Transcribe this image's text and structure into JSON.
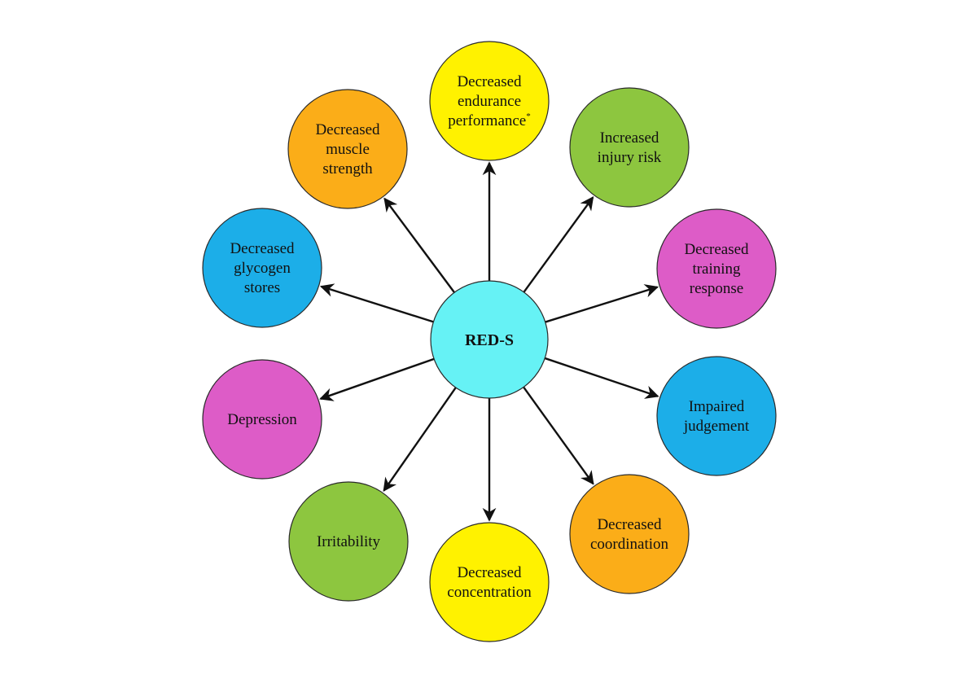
{
  "center": {
    "label": "RED-S",
    "color": "#66f2f5"
  },
  "arrow_color": "#111111",
  "outline_color": "#2a2a2a",
  "nodes": [
    {
      "id": "endurance",
      "lines": [
        "Decreased",
        "endurance",
        "performance"
      ],
      "superscript": "*",
      "color": "#fff200"
    },
    {
      "id": "injury",
      "lines": [
        "Increased",
        "injury risk"
      ],
      "color": "#8dc63f"
    },
    {
      "id": "training",
      "lines": [
        "Decreased",
        "training",
        "response"
      ],
      "color": "#dd5cc7"
    },
    {
      "id": "judgement",
      "lines": [
        "Impaired",
        "judgement"
      ],
      "color": "#1caee8"
    },
    {
      "id": "coordination",
      "lines": [
        "Decreased",
        "coordination"
      ],
      "color": "#fbad18"
    },
    {
      "id": "concentration",
      "lines": [
        "Decreased",
        "concentration"
      ],
      "color": "#fff200"
    },
    {
      "id": "irritability",
      "lines": [
        "Irritability"
      ],
      "color": "#8dc63f"
    },
    {
      "id": "depression",
      "lines": [
        "Depression"
      ],
      "color": "#dd5cc7"
    },
    {
      "id": "glycogen",
      "lines": [
        "Decreased",
        "glycogen",
        "stores"
      ],
      "color": "#1caee8"
    },
    {
      "id": "muscle",
      "lines": [
        "Decreased",
        "muscle",
        "strength"
      ],
      "color": "#fbad18"
    }
  ]
}
